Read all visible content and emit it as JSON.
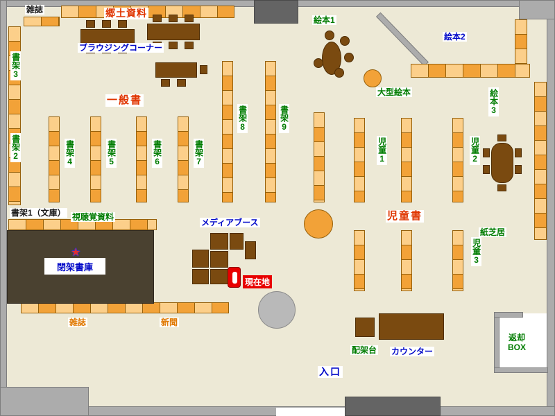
{
  "title": "library-floor-map",
  "colors": {
    "background": "#ede9d6",
    "wall": "#acacac",
    "wall_dark": "#646464",
    "shelf_light": "#fccf8a",
    "shelf_dark": "#f2a238",
    "furniture": "#7a4a10",
    "closed_stack": "#4a4130",
    "marker_red": "#e80000",
    "label_green": "#007c00",
    "label_blue": "#0008c8",
    "label_red": "#e03500",
    "label_orange": "#e07800"
  },
  "icons": {
    "star": "★"
  },
  "labels": {
    "magazine_top": "雑誌",
    "local_materials": "郷土資料",
    "browsing_corner": "ブラウジングコーナー",
    "shelf2": "書架2",
    "shelf3": "書架3",
    "shelf4": "書架4",
    "shelf5": "書架5",
    "shelf6": "書架6",
    "shelf7": "書架7",
    "shelf8": "書架8",
    "shelf9": "書架9",
    "general_books": "一般書",
    "picture_book1": "絵本1",
    "picture_book2": "絵本2",
    "picture_book3": "絵本3",
    "large_picture_books": "大型絵本",
    "children1": "児童1",
    "children2": "児童2",
    "children3": "児童3",
    "children_books": "児童書",
    "shelf1_bunko": "書架1（文庫）",
    "audio_visual": "視聴覚資料",
    "media_booth": "メディアブース",
    "kamishibai": "紙芝居",
    "closed_stack": "閉架書庫",
    "current_location": "現在地",
    "magazine_bottom": "雑誌",
    "newspaper": "新聞",
    "sorting_table": "配架台",
    "counter": "カウンター",
    "return_box": "返却\nBOX",
    "entrance": "入口"
  }
}
